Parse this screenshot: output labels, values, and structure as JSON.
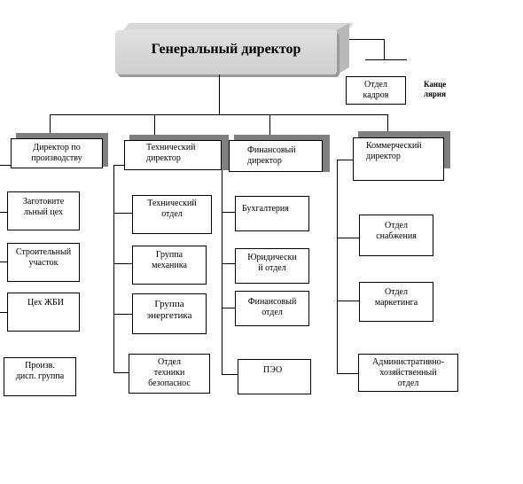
{
  "ceo": "Генеральный директор",
  "chancery": {
    "box": "Отдел\nкадров",
    "side": "Канце\nлярия"
  },
  "directors": [
    {
      "key": "production",
      "label": "Директор по\nпроизводству"
    },
    {
      "key": "technical",
      "label": "Технический\nдиректор"
    },
    {
      "key": "financial",
      "label": "Финансовый\nдиректор"
    },
    {
      "key": "commercial",
      "label": "Коммерческий\nдиректор"
    }
  ],
  "production_units": [
    "Заготовите\nльный цех",
    "Строительный\nучасток",
    "Цех ЖБИ",
    "Произв.\nдисп. группа"
  ],
  "technical_units": [
    "Технический\nотдел",
    "Группа\nмеханика",
    "Группа\nэнергетика",
    "Отдел\nтехники\nбезопаснос"
  ],
  "financial_units": [
    "Бухгалтерия",
    "Юридически\nй отдел",
    "Финансовый\nотдел",
    "ПЭО"
  ],
  "commercial_units": [
    "Отдел\nснабжения",
    "Отдел\nмаркетинга",
    "Административно-\nхозяйственный\nотдел"
  ]
}
